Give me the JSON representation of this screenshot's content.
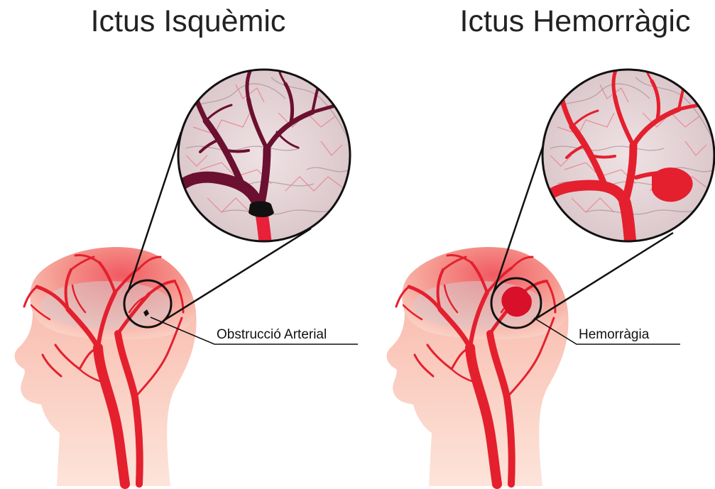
{
  "panels": [
    {
      "title": "Ictus Isquèmic",
      "callout_label": "Obstrucció Arterial"
    },
    {
      "title": "Ictus Hemorràgic",
      "callout_label": "Hemorràgia"
    }
  ],
  "colors": {
    "head_skin": "#f7b9a8",
    "head_glow": "#f26a6a",
    "artery_red": "#e4202e",
    "blocked_vessel": "#6b1030",
    "clot": "#111111",
    "brain_gray": "#d9c9cc",
    "lens_outline": "#111111"
  }
}
